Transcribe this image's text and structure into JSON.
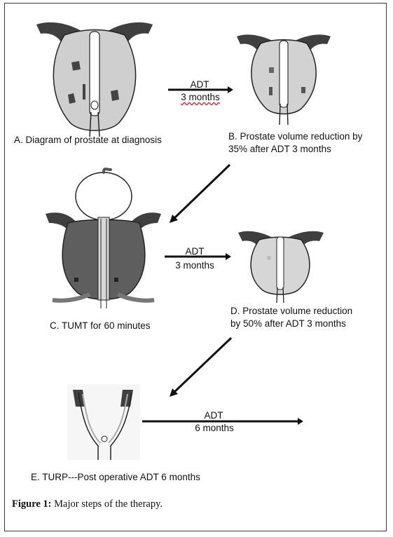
{
  "figure": {
    "panels": [
      {
        "id": "A",
        "label": "A. Diagram of prostate at diagnosis"
      },
      {
        "id": "B",
        "label_line1": "B. Prostate volume reduction by",
        "label_line2": "35% after ADT 3 months"
      },
      {
        "id": "C",
        "label": "C. TUMT  for 60 minutes"
      },
      {
        "id": "D",
        "label_line1": "D.  Prostate volume reduction",
        "label_line2": "by 50% after ADT 3 months"
      },
      {
        "id": "E",
        "label": "E. TURP---Post operative ADT 6 months"
      }
    ],
    "arrows": [
      {
        "top": "ADT",
        "bottom": "3 months"
      },
      {
        "top": "ADT",
        "bottom": "3 months"
      },
      {
        "top": "ADT",
        "bottom": "6 months"
      }
    ],
    "caption": {
      "bold": "Figure 1:",
      "text": " Major steps of the therapy."
    },
    "colors": {
      "tissue": "#c9c9c9",
      "dark": "#3f3f3f",
      "lesion": "#555555",
      "line": "#111111",
      "balloon": "#ffffff"
    }
  }
}
